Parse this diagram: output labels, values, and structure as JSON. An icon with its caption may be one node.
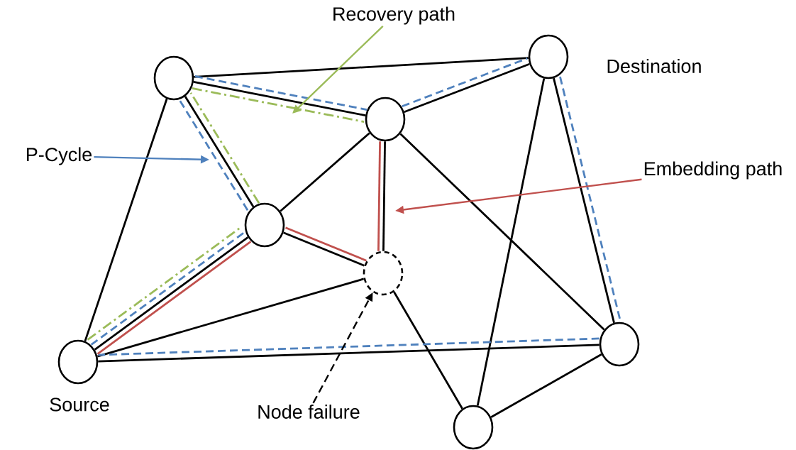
{
  "diagram": {
    "nodes": [
      {
        "text": [],
        "shape": "circle"
      },
      {
        "text": [
          "Recovery path"
        ]
      },
      {
        "text": [],
        "shape": "circle",
        "beside": [
          "Destination"
        ]
      },
      {
        "text": [
          "P-Cycle"
        ]
      },
      {
        "text": [],
        "shape": "circle"
      },
      {
        "text": [
          "Embedding path"
        ]
      },
      {
        "text": [],
        "shape": "circle"
      },
      {
        "text": [],
        "shape": "circle"
      },
      {
        "text": [],
        "shape": "circle"
      },
      {
        "text": [],
        "shape": "circle",
        "beside": [
          "Source"
        ]
      },
      {
        "text": [
          "Node failure"
        ]
      },
      {
        "text": [],
        "shape": "circle"
      }
    ],
    "edges": [
      {
        "from": 9,
        "to": 0,
        "arrow": "none"
      },
      {
        "from": 0,
        "to": 2,
        "arrow": "none"
      },
      {
        "from": 0,
        "to": 4,
        "arrow": "none"
      },
      {
        "from": 0,
        "to": 6,
        "arrow": "none"
      },
      {
        "from": 4,
        "to": 6,
        "arrow": "none"
      },
      {
        "from": 4,
        "to": 2,
        "arrow": "none"
      },
      {
        "from": 4,
        "to": 7,
        "arrow": "none"
      },
      {
        "from": 4,
        "to": 8,
        "arrow": "none"
      },
      {
        "from": 6,
        "to": 9,
        "arrow": "none"
      },
      {
        "from": 6,
        "to": 7,
        "arrow": "none"
      },
      {
        "from": 9,
        "to": 7,
        "arrow": "none"
      },
      {
        "from": 9,
        "to": 8,
        "arrow": "none"
      },
      {
        "from": 2,
        "to": 11,
        "arrow": "none"
      },
      {
        "from": 2,
        "to": 8,
        "arrow": "none"
      },
      {
        "from": 7,
        "to": 11,
        "arrow": "none"
      },
      {
        "from": 11,
        "to": 8,
        "arrow": "none"
      },
      {
        "from": 0,
        "to": 4,
        "arrow": "none",
        "style": "dashed",
        "color": "#4f81bd"
      },
      {
        "from": 4,
        "to": 2,
        "arrow": "none",
        "style": "dashed",
        "color": "#4f81bd"
      },
      {
        "from": 2,
        "to": 8,
        "arrow": "none",
        "style": "dashed",
        "color": "#4f81bd"
      },
      {
        "from": 8,
        "to": 9,
        "arrow": "none",
        "style": "dashed",
        "color": "#4f81bd"
      },
      {
        "from": 9,
        "to": 6,
        "arrow": "none",
        "style": "dashed",
        "color": "#4f81bd"
      },
      {
        "from": 6,
        "to": 0,
        "arrow": "none",
        "style": "dashed",
        "color": "#4f81bd"
      },
      {
        "from": 9,
        "to": 6,
        "arrow": "none",
        "style": "dashed",
        "color": "#9bbb59"
      },
      {
        "from": 6,
        "to": 0,
        "arrow": "none",
        "style": "dashed",
        "color": "#9bbb59"
      },
      {
        "from": 0,
        "to": 4,
        "arrow": "none",
        "style": "dashed",
        "color": "#9bbb59"
      },
      {
        "from": 9,
        "to": 6,
        "arrow": "none",
        "color": "#c0504d"
      },
      {
        "from": 6,
        "to": 7,
        "arrow": "none",
        "color": "#c0504d"
      },
      {
        "from": 7,
        "to": 4,
        "arrow": "none",
        "color": "#c0504d"
      },
      {
        "from": 3,
        "to": null,
        "arrow": "to",
        "color": "#4f81bd"
      },
      {
        "from": 1,
        "to": null,
        "arrow": "to",
        "color": "#9bbb59"
      },
      {
        "from": 5,
        "to": null,
        "arrow": "to",
        "color": "#c0504d"
      },
      {
        "from": 10,
        "to": 7,
        "arrow": "to",
        "style": "dashed"
      }
    ]
  }
}
